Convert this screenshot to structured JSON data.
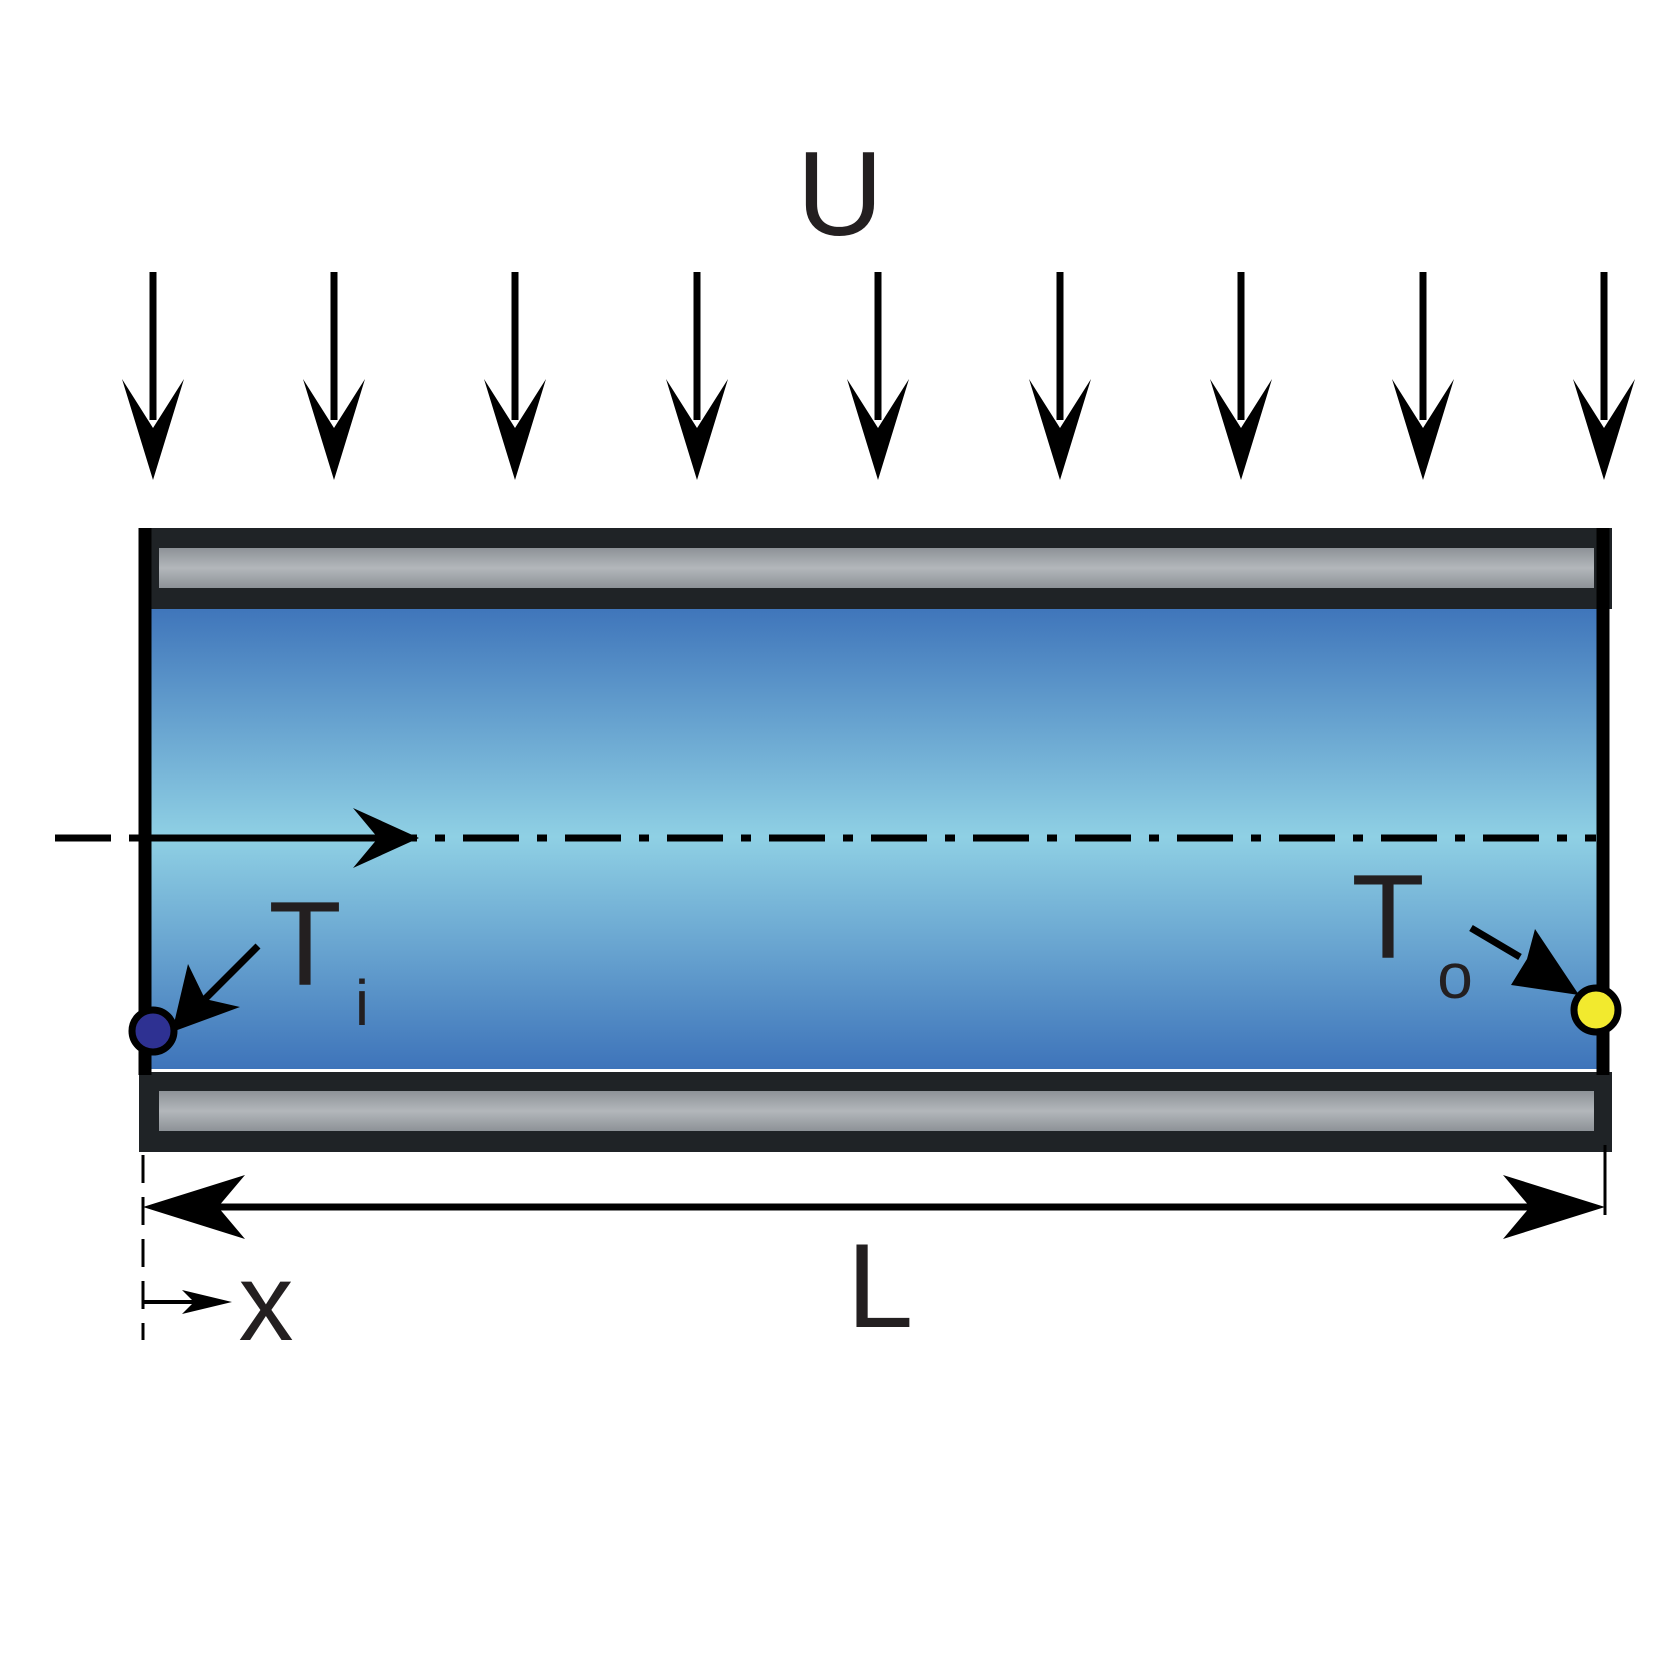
{
  "labels": {
    "heat_transfer_coefficient": "U",
    "inlet_temp_main": "T",
    "inlet_temp_sub": "i",
    "outlet_temp_main": "T",
    "outlet_temp_sub": "o",
    "length": "L",
    "axial_coordinate": "x"
  },
  "colors": {
    "fluid_edge": "#3e74ba",
    "fluid_center": "#8fd0e4",
    "wall_outer": "#1f2326",
    "wall_inner": "#a3a8ad",
    "inlet_point": "#2e3192",
    "outlet_point": "#f2ea2e",
    "stroke": "#000000"
  },
  "icons": {
    "flux_arrow": "arrow-down-icon",
    "flow_arrow": "arrow-right-icon"
  }
}
